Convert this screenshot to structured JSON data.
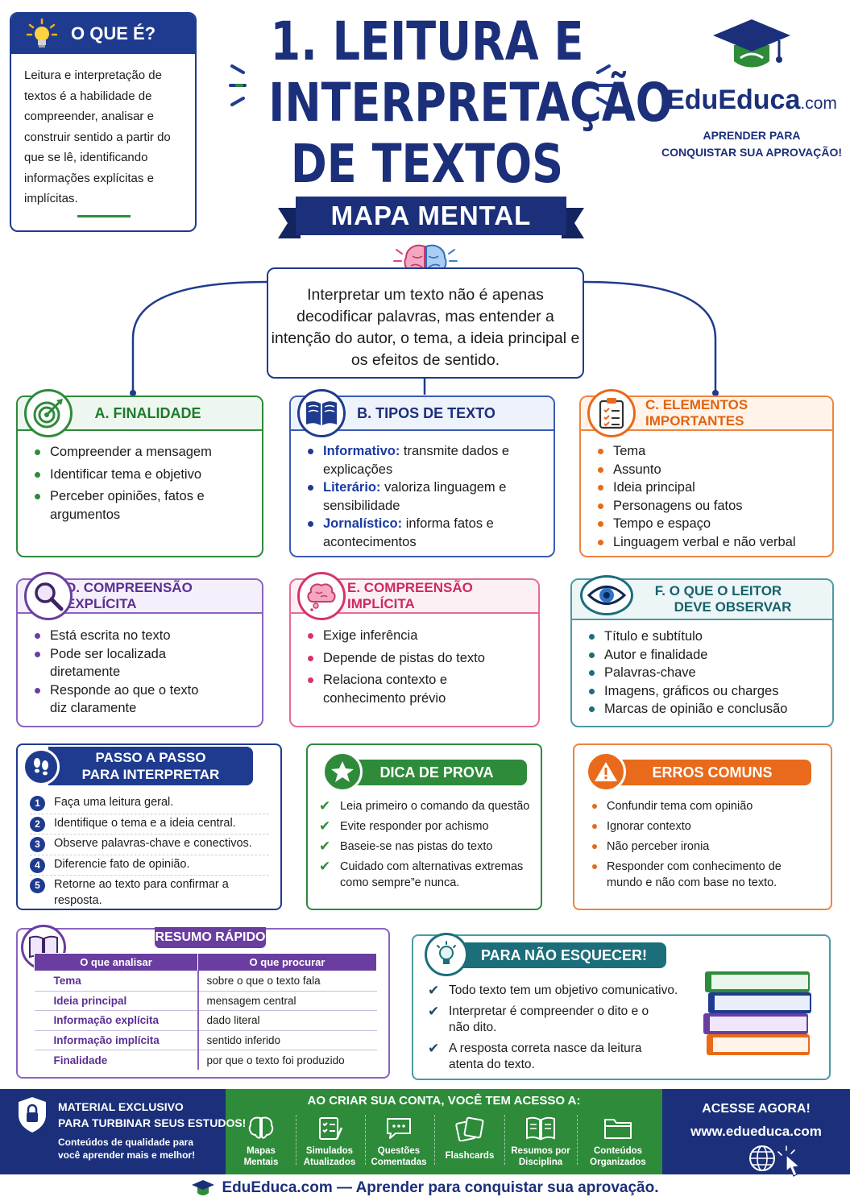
{
  "intro": {
    "title": "O QUE É?",
    "text": "Leitura e interpretação de textos é a habilidade de compreender, analisar e construir sentido a partir do que se lê, identificando informações explícitas e implícitas."
  },
  "title": {
    "line1": "1. LEITURA E",
    "line2": "INTERPRETAÇÃO",
    "line3": "DE TEXTOS",
    "ribbon": "MAPA MENTAL"
  },
  "logo": {
    "brand_a": "Edu",
    "brand_b": "Educa",
    "brand_c": ".com",
    "tagline1": "APRENDER PARA",
    "tagline2": "CONQUISTAR SUA APROVAÇÃO!"
  },
  "central": "Interpretar um texto não é apenas decodificar palavras, mas entender a intenção do autor, o tema, a ideia principal e os efeitos de sentido.",
  "cards": {
    "a": {
      "title": "A. FINALIDADE",
      "items": [
        "Compreender a mensagem",
        "Identificar tema e objetivo",
        "Perceber opiniões, fatos e argumentos"
      ]
    },
    "b": {
      "title": "B. TIPOS DE TEXTO",
      "items": [
        {
          "term": "Informativo:",
          "desc": " transmite dados e explicações"
        },
        {
          "term": "Literário:",
          "desc": " valoriza linguagem e sensibilidade"
        },
        {
          "term": "Jornalístico:",
          "desc": " informa fatos e acontecimentos"
        }
      ]
    },
    "c": {
      "title": "C. ELEMENTOS IMPORTANTES",
      "items": [
        "Tema",
        "Assunto",
        "Ideia principal",
        "Personagens ou fatos",
        "Tempo e espaço",
        "Linguagem verbal e não verbal"
      ]
    },
    "d": {
      "title": "D. COMPREENSÃO EXPLÍCITA",
      "items": [
        "Está escrita no texto",
        "Pode ser localizada diretamente",
        "Responde ao que o texto diz claramente"
      ]
    },
    "e": {
      "title": "E. COMPREENSÃO IMPLÍCITA",
      "items": [
        "Exige inferência",
        "Depende de pistas do texto",
        "Relaciona contexto e conhecimento prévio"
      ]
    },
    "f": {
      "title1": "F. O QUE O LEITOR",
      "title2": "DEVE OBSERVAR",
      "items": [
        "Título e subtítulo",
        "Autor e finalidade",
        "Palavras-chave",
        "Imagens, gráficos ou charges",
        "Marcas de opinião e conclusão"
      ]
    }
  },
  "passo": {
    "title1": "PASSO A PASSO",
    "title2": "PARA INTERPRETAR",
    "steps": [
      {
        "n": "1",
        "t": "Faça uma leitura geral."
      },
      {
        "n": "2",
        "t": "Identifique o tema e a ideia central."
      },
      {
        "n": "3",
        "t": "Observe palavras-chave e conectivos."
      },
      {
        "n": "4",
        "t": "Diferencie fato de opinião."
      },
      {
        "n": "5",
        "t": "Retorne ao texto para confirmar a resposta."
      }
    ]
  },
  "dica": {
    "title": "DICA DE PROVA",
    "items": [
      "Leia primeiro o comando da questão",
      "Evite responder por achismo",
      "Baseie-se nas pistas do texto",
      "Cuidado com alternativas extremas como sempre”e nunca."
    ]
  },
  "erros": {
    "title": "ERROS COMUNS",
    "items": [
      "Confundir tema com opinião",
      "Ignorar contexto",
      "Não perceber ironia",
      "Responder com conhecimento de mundo e não com base no texto."
    ]
  },
  "resumo": {
    "title": "RESUMO RÁPIDO",
    "headers": [
      "O que analisar",
      "O que procurar"
    ],
    "rows": [
      [
        "Tema",
        "sobre o que o texto fala"
      ],
      [
        "Ideia principal",
        "mensagem central"
      ],
      [
        "Informação explícita",
        "dado literal"
      ],
      [
        "Informação implícita",
        "sentido inferido"
      ],
      [
        "Finalidade",
        "por que o texto foi produzido"
      ]
    ]
  },
  "lembrar": {
    "title": "PARA NÃO ESQUECER!",
    "items": [
      "Todo texto tem um objetivo comunicativo.",
      "Interpretar é compreender o dito e o não dito.",
      "A resposta correta nasce da leitura atenta do texto."
    ]
  },
  "footer": {
    "exclusive1": "MATERIAL EXCLUSIVO",
    "exclusive2": "PARA TURBINAR SEUS ESTUDOS!",
    "quality1": "Conteúdos de qualidade para",
    "quality2": "você aprender mais e melhor!",
    "access_title": "AO CRIAR SUA CONTA, VOCÊ TEM ACESSO A:",
    "features": [
      {
        "l1": "Mapas",
        "l2": "Mentais"
      },
      {
        "l1": "Simulados",
        "l2": "Atualizados"
      },
      {
        "l1": "Questões",
        "l2": "Comentadas"
      },
      {
        "l1": "Flashcards",
        "l2": ""
      },
      {
        "l1": "Resumos por",
        "l2": "Disciplina"
      },
      {
        "l1": "Conteúdos",
        "l2": "Organizados"
      }
    ],
    "cta": "ACESSE AGORA!",
    "url": "www.edueduca.com",
    "bottom_brand": "EduEduca.com",
    "bottom_tag": " — Aprender para conquistar sua aprovação."
  },
  "colors": {
    "navy": "#1b2f7a",
    "green": "#2e8b3a",
    "orange": "#e86a1a",
    "purple": "#6a3ea0",
    "pink": "#d6336c",
    "teal": "#1b6e7a"
  }
}
